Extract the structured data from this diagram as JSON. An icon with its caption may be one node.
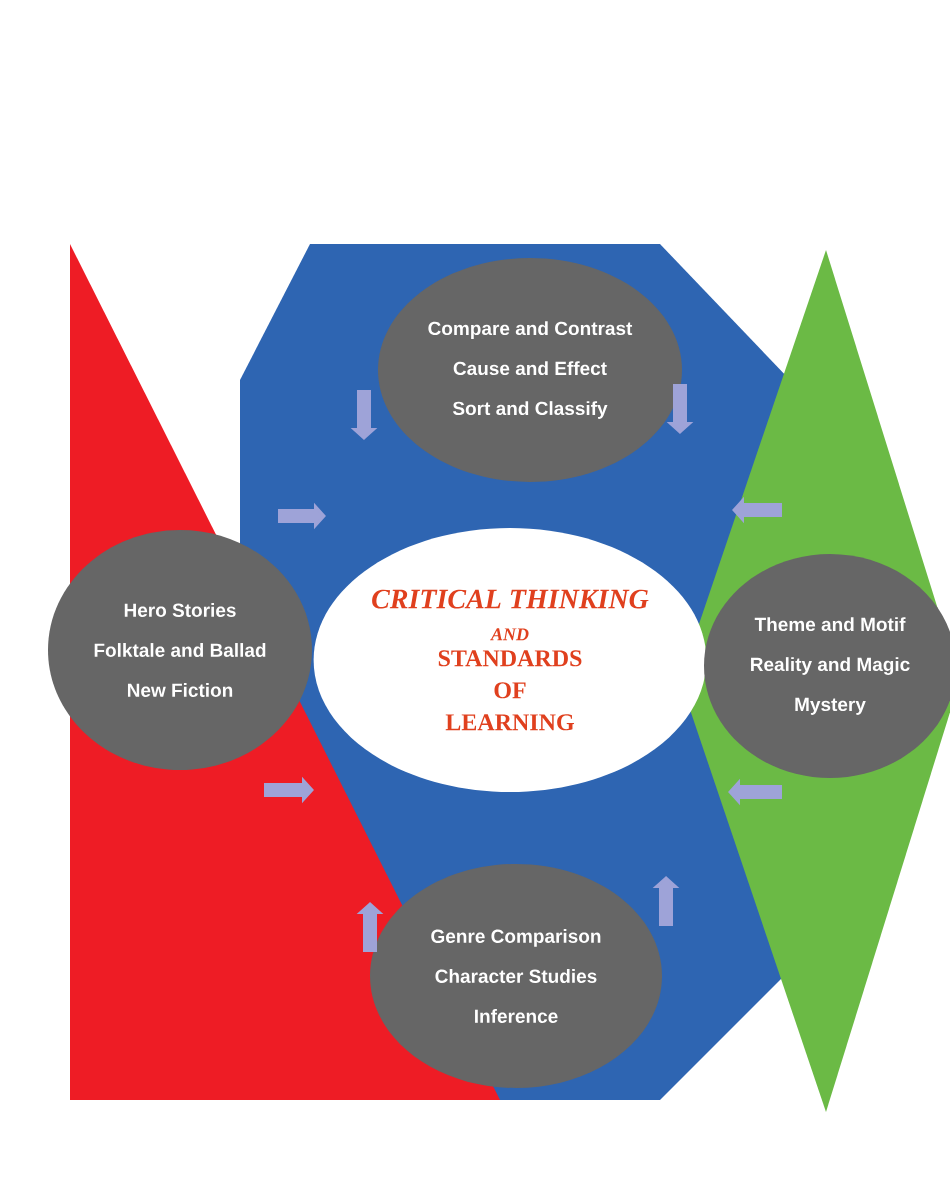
{
  "diagram": {
    "nodes": [
      {
        "text": [
          "Compare and Contrast",
          "Cause and Effect",
          "Sort and Classify"
        ]
      },
      {
        "text": [
          "Hero Stories",
          "Folktale and Ballad",
          "New Fiction"
        ]
      },
      {
        "text": [
          "CRITICAL THINKING",
          "AND",
          "STANDARDS OF LEARNING"
        ]
      },
      {
        "text": [
          "Theme and Motif",
          "Reality and Magic",
          "Mystery"
        ]
      },
      {
        "text": [
          "Genre Comparison",
          "Character Studies",
          "Inference"
        ]
      }
    ]
  }
}
